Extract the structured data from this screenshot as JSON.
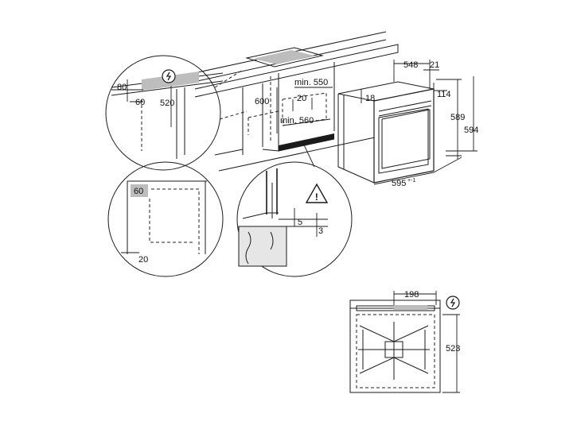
{
  "dimensions": {
    "d548": "548",
    "d21": "21",
    "d114": "114",
    "d18": "18",
    "d589": "589",
    "d594": "594",
    "d595": "595",
    "d595_tol": "+-1",
    "min550": "min. 550",
    "min560": "min. 560",
    "d600": "600",
    "d20_top": "20",
    "d80": "80",
    "d60_top": "60",
    "d520": "520",
    "d60_side": "60",
    "d20_side": "20",
    "d5": "5",
    "d3": "3",
    "d198": "198",
    "d523": "523"
  },
  "icons": {
    "power": "power-plug-symbol",
    "warning": "warning-triangle-symbol"
  },
  "warning_glyph": "!",
  "colors": {
    "line": "#1a1a1a",
    "shade": "#bdbdbd",
    "background": "#ffffff"
  }
}
